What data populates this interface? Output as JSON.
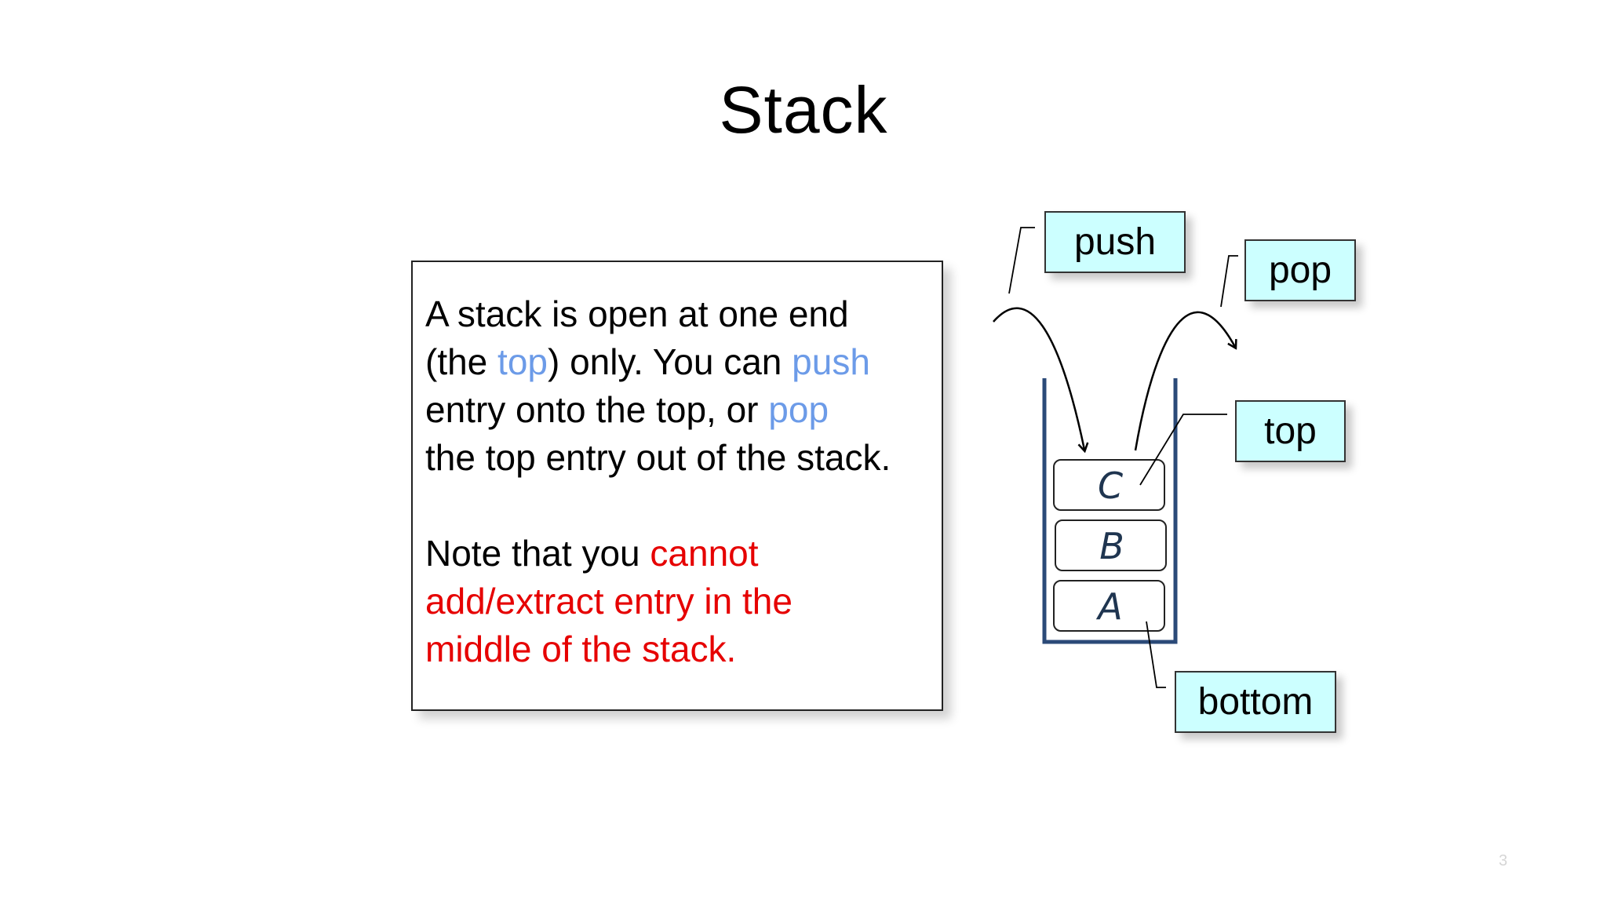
{
  "slide": {
    "title": "Stack",
    "page_number": "3"
  },
  "textbox": {
    "line1": "A stack is open at one end",
    "line2_before": "(the ",
    "line2_top": "top",
    "line2_mid": ") only.  You can ",
    "line2_push": "push",
    "line3_before": "entry onto the top, or ",
    "line3_pop": "pop",
    "line4": "the top entry out of the stack.",
    "note_before": "Note that you ",
    "note_red1": "cannot",
    "note_red2": "add/extract entry in the",
    "note_red3": "middle of the stack."
  },
  "diagram": {
    "labels": {
      "push": "push",
      "pop": "pop",
      "top": "top",
      "bottom": "bottom"
    },
    "stack_items": [
      "C",
      "B",
      "A"
    ]
  },
  "colors": {
    "highlight_blue": "#6c9be8",
    "highlight_red": "#e60000",
    "callout_fill": "#ccffff",
    "stack_wall": "#2b4a78"
  }
}
